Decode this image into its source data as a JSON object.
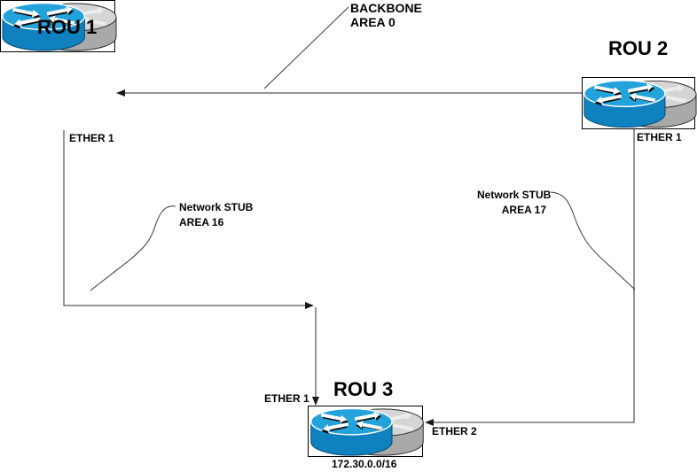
{
  "routers": {
    "rou1": {
      "name": "ROU 1",
      "interface_bottom": "ETHER 1"
    },
    "rou2": {
      "name": "ROU 2",
      "interface_bottom": "ETHER 1"
    },
    "rou3": {
      "name": "ROU 3",
      "interface_top": "ETHER 1",
      "interface_right": "ETHER 2",
      "network": "172.30.0.0/16"
    }
  },
  "labels": {
    "backbone": {
      "title": "BACKBONE",
      "area": "AREA 0"
    },
    "stub_left": {
      "title": "Network STUB",
      "area": "AREA 16"
    },
    "stub_right": {
      "title": "Network STUB",
      "area": "AREA 17"
    }
  },
  "colors": {
    "background": "#FFFFFF",
    "line": "#2B2B2B",
    "text": "#000000",
    "router_blue_top": "#23A2DB",
    "router_blue_side": "#0E81BE",
    "router_gray_top": "#D5D5D5",
    "router_gray_side": "#A9A9A9"
  }
}
